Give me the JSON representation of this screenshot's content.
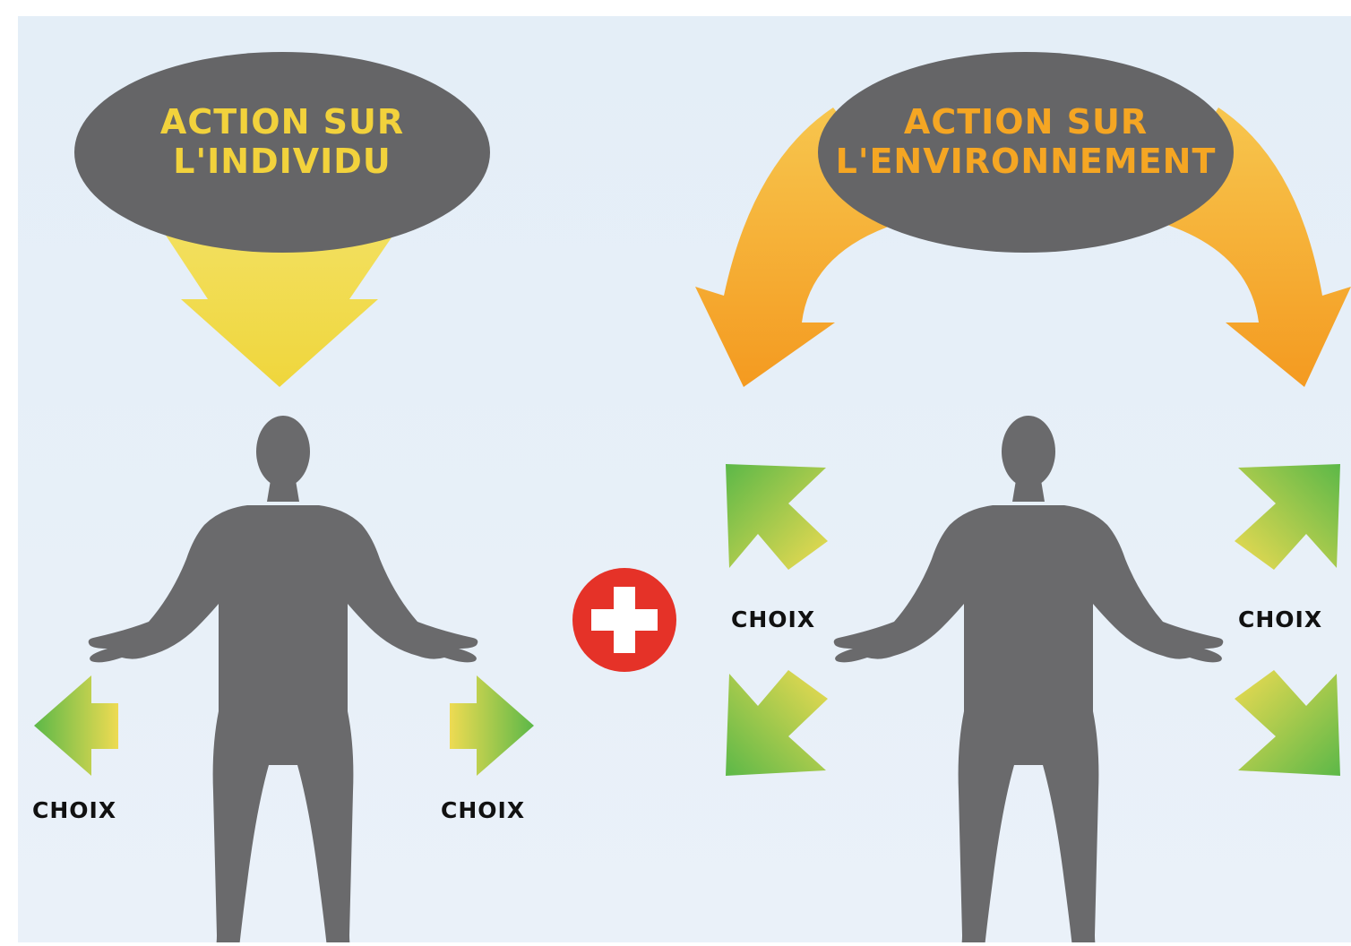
{
  "colors": {
    "background": "#e8f0f8",
    "bubble": "#656567",
    "bubble_text_left": "#f2d23c",
    "bubble_text_right": "#f5a623",
    "arrow_yellow": "#f1da4e",
    "arrow_orange": "#f5a426",
    "arrow_orange_light": "#f7c24a",
    "choice_green": "#5cb848",
    "choice_yellow": "#eedb52",
    "figure": "#6a6a6c",
    "plus_red": "#e53228",
    "choix_text": "#111111"
  },
  "left_panel": {
    "bubble_line1": "ACTION SUR",
    "bubble_line2": "L'INDIVIDU",
    "choice_left": "CHOIX",
    "choice_right": "CHOIX"
  },
  "connector": {
    "icon": "plus-icon"
  },
  "right_panel": {
    "bubble_line1": "ACTION SUR",
    "bubble_line2": "L'ENVIRONNEMENT",
    "choice_left": "CHOIX",
    "choice_right": "CHOIX"
  }
}
